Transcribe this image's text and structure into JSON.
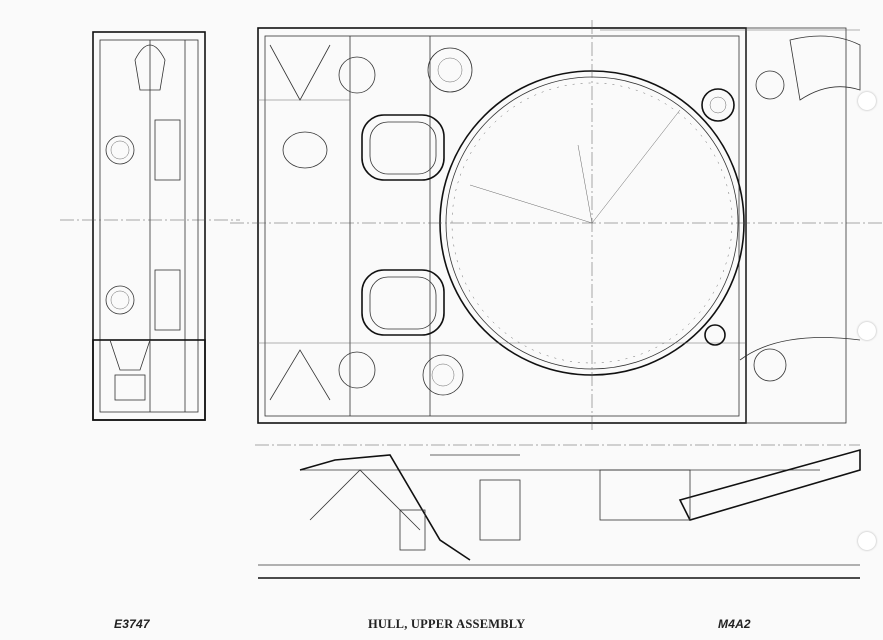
{
  "footer": {
    "drawing_number": "E3747",
    "title": "HULL, UPPER ASSEMBLY",
    "model": "M4A2"
  }
}
